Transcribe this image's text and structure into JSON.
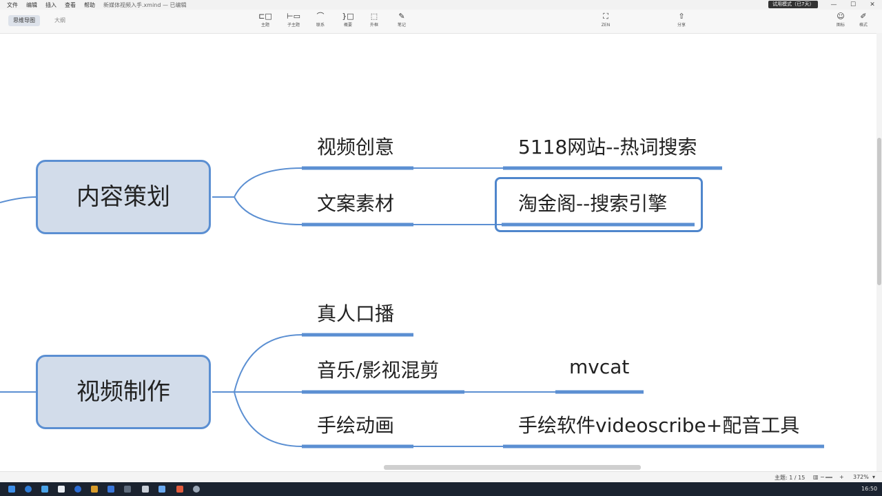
{
  "menu": {
    "items": [
      "文件",
      "编辑",
      "插入",
      "查看",
      "帮助"
    ],
    "title": "新媒体视频入手.xmind — 已编辑"
  },
  "trial": "试用模式（已7天）",
  "window": {
    "minimize": "—",
    "maximize": "☐",
    "close": "✕"
  },
  "view_tabs": [
    "思维导图",
    "大纲"
  ],
  "toolbar": {
    "topic": "主题",
    "subtopic": "子主题",
    "relation": "联系",
    "summary": "概要",
    "boundary": "外框",
    "note": "笔记",
    "zen": "ZEN",
    "share": "分享",
    "icons": "图标",
    "format": "格式"
  },
  "mindmap": {
    "central1": "内容策划",
    "central2": "视频制作",
    "branch1": [
      {
        "label": "视频创意",
        "child": "5118网站--热词搜索"
      },
      {
        "label": "文案素材",
        "child": "淘金阁--搜索引擎"
      }
    ],
    "branch2": [
      {
        "label": "真人口播"
      },
      {
        "label": "音乐/影视混剪",
        "child": "mvcat"
      },
      {
        "label": "手绘动画",
        "child": "手绘软件videoscribe+配音工具"
      }
    ]
  },
  "status": {
    "topic_count": "主题: 1 / 15",
    "zoom": "372%"
  },
  "taskbar": {
    "clock": "16:50"
  }
}
